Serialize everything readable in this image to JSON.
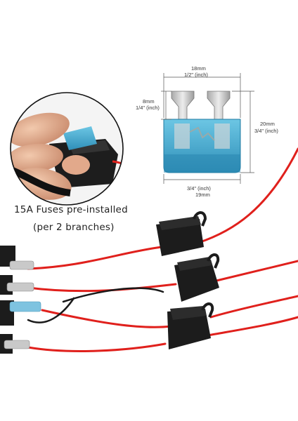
{
  "caption": {
    "line1": "15A Fuses pre-installed",
    "line2": "(per 2 branches)"
  },
  "dimensions": {
    "width_top_mm": "18mm",
    "width_top_inch": "1/2\" (inch)",
    "prong_height_mm": "8mm",
    "prong_height_inch": "1/4\" (inch)",
    "height_mm": "20mm",
    "height_inch": "3/4\" (inch)",
    "width_bottom_inch": "3/4\" (inch)",
    "width_bottom_mm": "19mm"
  },
  "colors": {
    "fuse_blue": "#3aa3c9",
    "wire_red": "#e0201c",
    "holder_black": "#1c1c1c",
    "terminal_silver": "#c9c9c9",
    "skin": "#e8b79a"
  }
}
